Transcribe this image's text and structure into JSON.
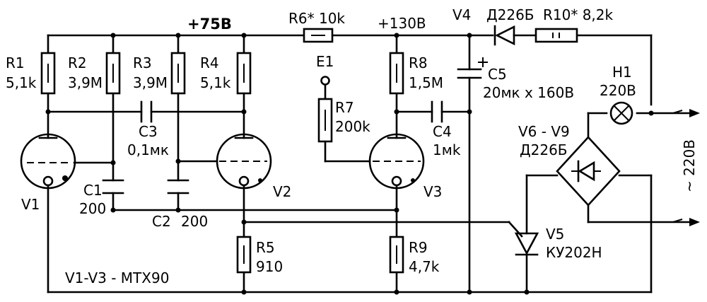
{
  "labels": {
    "supply_75": "+75В",
    "supply_130": "+130В",
    "r6": "R6* 10k",
    "v4": "V4",
    "v4_type": "Д226Б",
    "r10": "R10* 8,2k",
    "r1": "R1",
    "r1_val": "5,1k",
    "r2": "R2",
    "r2_val": "3,9M",
    "r3": "R3",
    "r3_val": "3,9M",
    "r4": "R4",
    "r4_val": "5,1k",
    "e1": "E1",
    "r8": "R8",
    "r8_val": "1,5M",
    "c5": "C5",
    "c5_val": "20мк х 160В",
    "h1": "H1",
    "h1_val": "220В",
    "c3": "C3",
    "c3_val": "0,1мк",
    "r7": "R7",
    "r7_val": "200k",
    "c4": "C4",
    "c4_val": "1мk",
    "bridge": "V6 - V9",
    "bridge_type": "Д226Б",
    "mains": "~ 220В",
    "c1": "C1",
    "c1_val": "200",
    "v1": "V1",
    "v2": "V2",
    "v3": "V3",
    "c2": "C2",
    "c2_val": "200",
    "v5": "V5",
    "v5_type": "КУ202Н",
    "r5": "R5",
    "r5_val": "910",
    "r9": "R9",
    "r9_val": "4,7k",
    "tubes_note": "V1-V3  - MTX90"
  }
}
